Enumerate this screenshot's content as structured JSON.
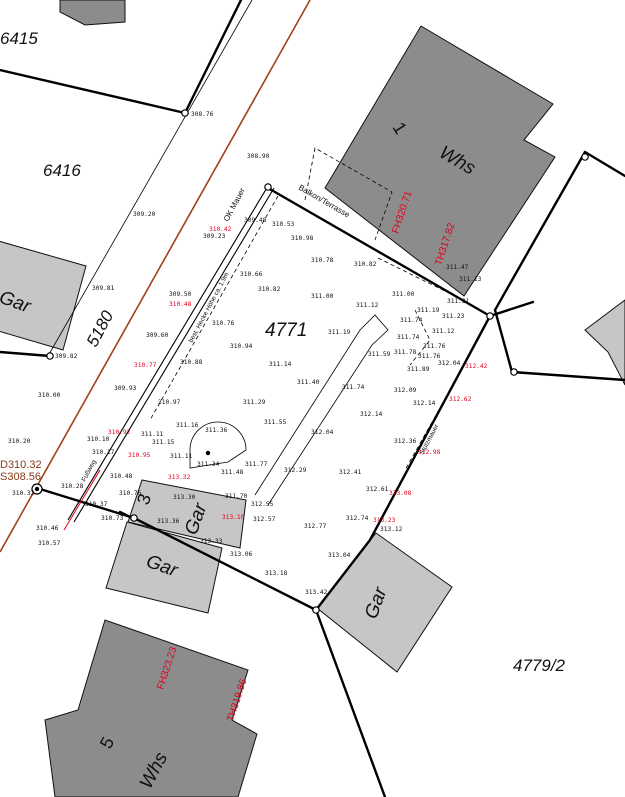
{
  "parcels": {
    "p6415": "6415",
    "p6416": "6416",
    "p5180": "5180",
    "p4771": "4771",
    "p4779": "4779/2"
  },
  "buildings": {
    "whs1_number": "1",
    "whs1_label": "Whs",
    "whs5_number": "5",
    "whs5_label": "Whs",
    "gar_left": "Gar",
    "gar_3_number": "3",
    "gar_3_label": "Gar",
    "gar_lower": "Gar",
    "gar_right": "Gar"
  },
  "red_labels": {
    "fh_top": "FH320.71",
    "th_top": "TH317.82",
    "fh_bottom": "FH323.23",
    "th_bottom": "TH319.86"
  },
  "notes": {
    "ok_mauer": "OK Mauer",
    "balkon": "Balkon/Terrasse",
    "hecke": "best. Hecke Höhe ca. 1.9m",
    "stuetzmauer": "Stützmauer",
    "fussweg": "Fußweg",
    "left_d": "D310.32",
    "left_s": "S308.56",
    "left_3": "310.32"
  },
  "elevations": {
    "e30876": "308.76",
    "e30890": "308.90",
    "e30920": "309.20",
    "e30981": "309.81",
    "e30982": "309.82",
    "e31000": "310.00",
    "e31020": "310.20",
    "e30960": "309.60",
    "e30950": "309.50",
    "e30993": "309.93",
    "e31010": "310.10",
    "e31017": "310.17",
    "e31028": "310.28",
    "e31037": "310.37",
    "e31046": "310.46",
    "e31057": "310.57",
    "e31073": "310.73",
    "e31048": "310.48",
    "e31076": "310.76",
    "e31097": "310.97",
    "e31088": "310.88",
    "e31066": "310.66",
    "e31082": "310.82",
    "e31076b": "310.76",
    "e31094": "310.94",
    "e31114": "311.14",
    "e31129": "311.29",
    "e31116": "311.16",
    "e31136": "311.36",
    "e31111": "311.11",
    "e31115": "311.15",
    "e31111b": "311.11",
    "e31134": "311.34",
    "e31148": "311.48",
    "e31155": "311.55",
    "e31177": "311.77",
    "e31170": "311.70",
    "e31330": "313.30",
    "e31336": "313.36",
    "e31333": "313.33",
    "e31306": "313.06",
    "e31318": "313.18",
    "e31342": "313.42",
    "e31304": "313.04",
    "e31312": "313.12",
    "e31274": "312.74",
    "e31277": "312.77",
    "e31257": "312.57",
    "e31255": "312.55",
    "e31229": "312.29",
    "e31241": "312.41",
    "e31261": "312.61",
    "e31236": "312.36",
    "e31214": "312.14",
    "e31209": "312.09",
    "e31214b": "312.14",
    "e31204": "312.04",
    "e31140": "311.40",
    "e31174": "311.74",
    "e31159": "311.59",
    "e31119": "311.19",
    "e31112": "311.12",
    "e31100": "311.00",
    "e31082b": "310.82",
    "e31078": "310.78",
    "e31098": "310.98",
    "e31053": "310.53",
    "e30948": "309.48",
    "e30923": "309.23",
    "e31147": "311.47",
    "e31113": "311.13",
    "e31121": "311.21",
    "e31123": "311.23",
    "e31112b": "311.12",
    "e31119b": "311.19",
    "e31174b": "311.74",
    "e31176": "311.76",
    "e31176b": "311.76",
    "e31189": "311.89",
    "e31204b": "312.04",
    "e31174c": "311.74",
    "e31178": "311.78",
    "e31100b": "311.00"
  },
  "red_elevations": {
    "r1": "310.42",
    "r2": "310.48",
    "r3": "310.77",
    "r4": "310.92",
    "r5": "310.95",
    "r6": "313.32",
    "r7": "313.10",
    "r8": "313.23",
    "r9": "313.08",
    "r10": "312.98",
    "r11": "312.62",
    "r12": "312.42"
  },
  "colors": {
    "building_dark": "#8c8c8c",
    "building_light": "#c6c6c6",
    "road_line": "#a0411c",
    "red_text": "#e3001b"
  }
}
